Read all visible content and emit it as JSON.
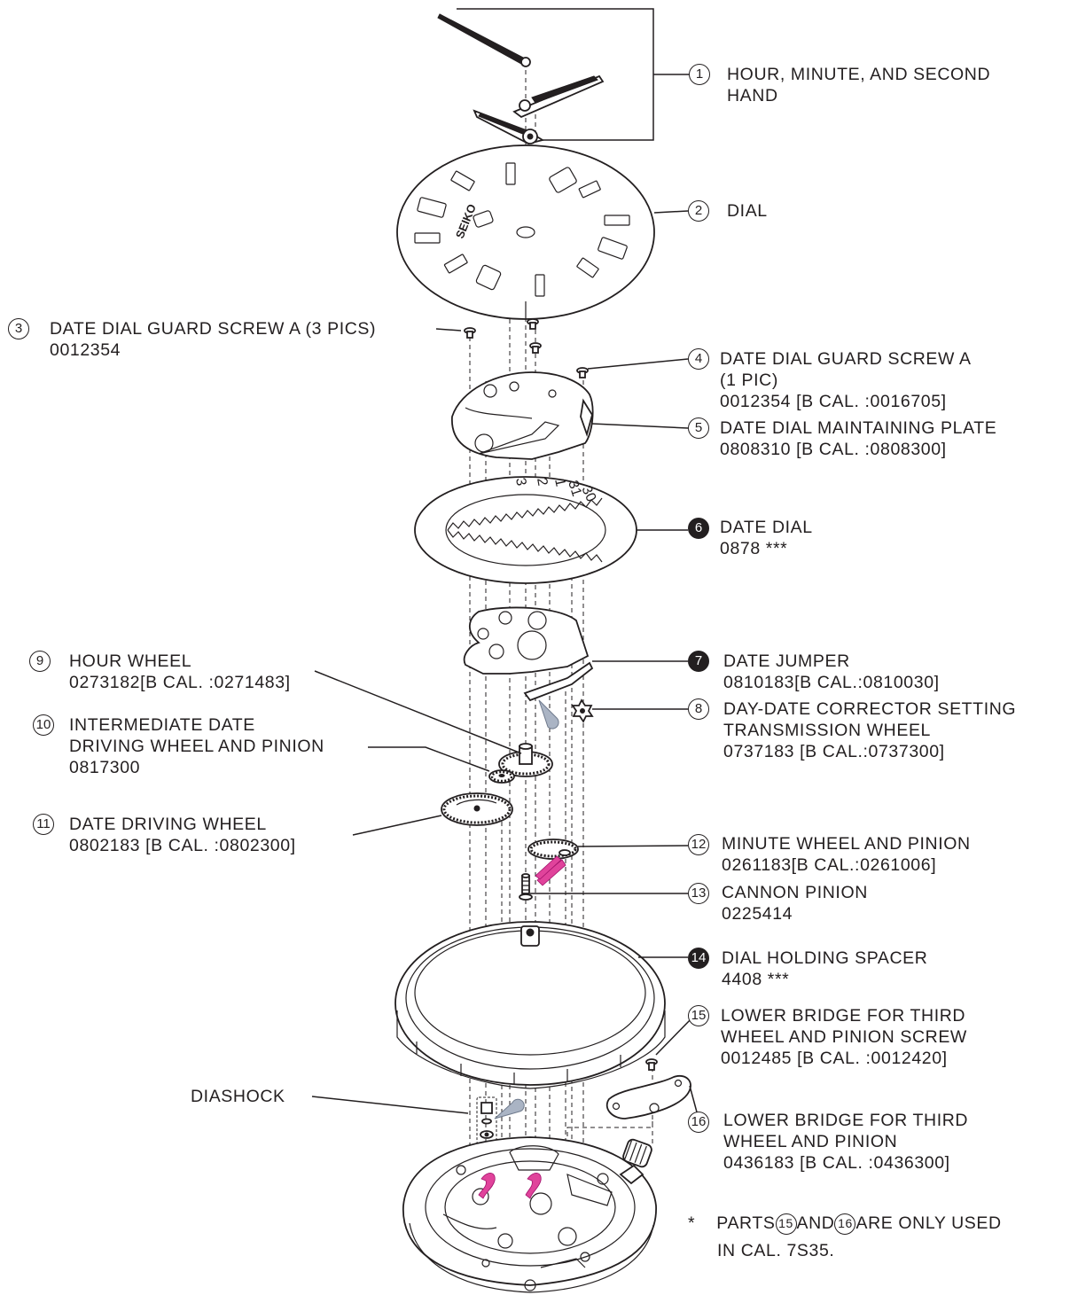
{
  "parts": [
    {
      "n": "1",
      "lines": [
        "HOUR, MINUTE, AND SECOND",
        "HAND"
      ],
      "filled": false
    },
    {
      "n": "2",
      "lines": [
        "DIAL"
      ],
      "filled": false
    },
    {
      "n": "3",
      "lines": [
        "DATE DIAL GUARD SCREW A (3 PICS)",
        "0012354"
      ],
      "filled": false
    },
    {
      "n": "4",
      "lines": [
        "DATE DIAL GUARD SCREW A",
        "(1 PIC)",
        "0012354 [B CAL. :0016705]"
      ],
      "filled": false
    },
    {
      "n": "5",
      "lines": [
        "DATE DIAL MAINTAINING PLATE",
        "0808310 [B CAL. :0808300]"
      ],
      "filled": false
    },
    {
      "n": "6",
      "lines": [
        "DATE DIAL",
        "0878 ***"
      ],
      "filled": true
    },
    {
      "n": "7",
      "lines": [
        "DATE JUMPER",
        "0810183[B CAL.:0810030]"
      ],
      "filled": true
    },
    {
      "n": "8",
      "lines": [
        "DAY-DATE CORRECTOR SETTING",
        "TRANSMISSION WHEEL",
        "0737183  [B CAL.:0737300]"
      ],
      "filled": false
    },
    {
      "n": "9",
      "lines": [
        "HOUR  WHEEL",
        "0273182[B CAL. :0271483]"
      ],
      "filled": false
    },
    {
      "n": "10",
      "lines": [
        "INTERMEDIATE DATE",
        "DRIVING  WHEEL AND PINION",
        "0817300"
      ],
      "filled": false
    },
    {
      "n": "11",
      "lines": [
        "DATE DRIVING WHEEL",
        "0802183 [B CAL. :0802300]"
      ],
      "filled": false
    },
    {
      "n": "12",
      "lines": [
        "MINUTE WHEEL AND PINION",
        "0261183[B CAL.:0261006]"
      ],
      "filled": false
    },
    {
      "n": "13",
      "lines": [
        "CANNON PINION",
        "0225414"
      ],
      "filled": false
    },
    {
      "n": "14",
      "lines": [
        "DIAL HOLDING SPACER",
        "4408 ***"
      ],
      "filled": true
    },
    {
      "n": "15",
      "lines": [
        "LOWER BRIDGE FOR THIRD",
        "WHEEL AND PINION SCREW",
        "0012485 [B CAL. :0012420]"
      ],
      "filled": false
    },
    {
      "n": "16",
      "lines": [
        "LOWER BRIDGE FOR THIRD",
        "WHEEL AND PINION",
        "0436183 [B CAL. :0436300]"
      ],
      "filled": false
    }
  ],
  "diashock": "DIASHOCK",
  "dial_brand": "SEIKO",
  "date_numerals": [
    "3",
    "2",
    "1",
    "31",
    "30"
  ],
  "note": {
    "star": "*",
    "before": "PARTS",
    "n1": "15",
    "middle": "AND",
    "n2": "16",
    "after": "ARE ONLY USED",
    "line2": "IN CAL. 7S35."
  },
  "colors": {
    "ink": "#231f20",
    "lubricant_pink": "#e0439b",
    "oil_drop": "#aab4c4"
  }
}
